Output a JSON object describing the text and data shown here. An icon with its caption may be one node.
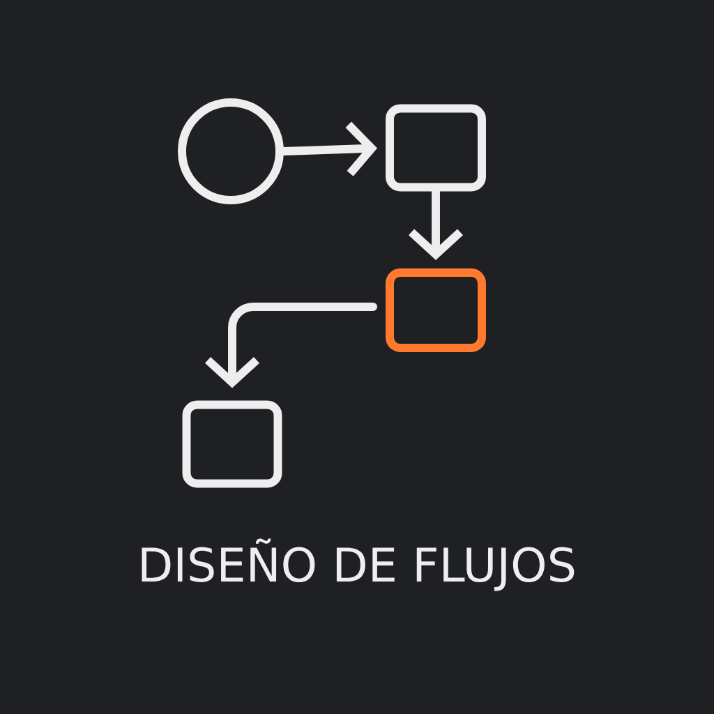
{
  "diagram": {
    "title": "DISEÑO DE FLUJOS",
    "nodes": [
      {
        "text": [],
        "shape": "circle"
      },
      {
        "text": [],
        "shape": "box"
      },
      {
        "text": [],
        "shape": "box"
      },
      {
        "text": [],
        "shape": "box"
      }
    ],
    "edges": [
      {
        "from": 0,
        "to": 1,
        "arrow": "to"
      },
      {
        "from": 1,
        "to": 2,
        "arrow": "to"
      },
      {
        "from": 2,
        "to": 3,
        "arrow": "to"
      }
    ]
  }
}
